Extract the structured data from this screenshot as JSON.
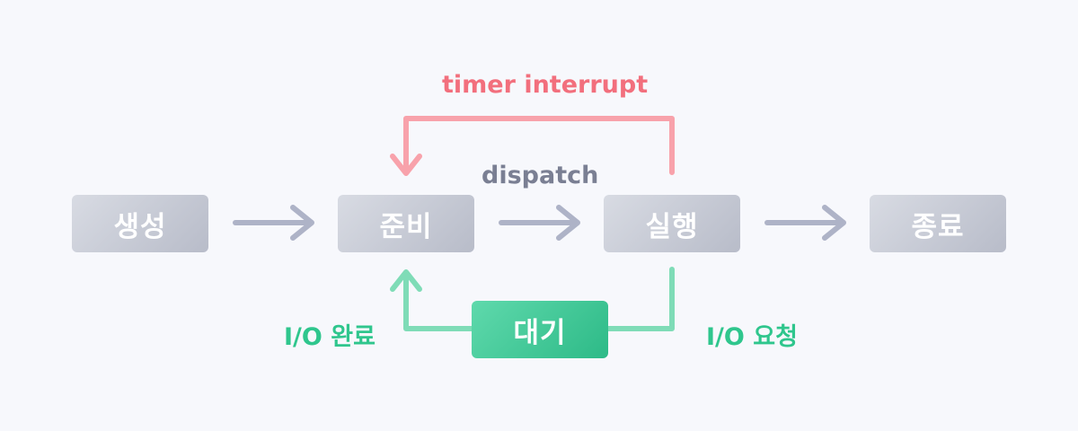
{
  "states": {
    "create": "생성",
    "ready": "준비",
    "running": "실행",
    "terminated": "종료",
    "waiting": "대기"
  },
  "transitions": {
    "timer_interrupt": "timer interrupt",
    "dispatch": "dispatch",
    "io_complete": "I/O 완료",
    "io_request": "I/O 요청"
  },
  "colors": {
    "background": "#f7f8fc",
    "state_node": "#c8cbd6",
    "waiting_node": "#3cc693",
    "arrow_gray": "#aeb3c7",
    "arrow_red": "#f8a2ab",
    "arrow_green": "#7fdcb7",
    "label_red": "#f26f7d",
    "label_gray": "#7a7f93",
    "label_green": "#2fc68d"
  }
}
